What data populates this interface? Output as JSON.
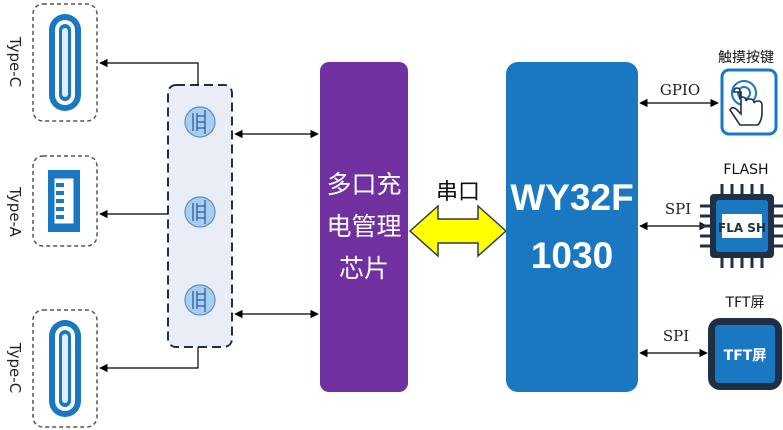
{
  "ports": [
    {
      "label": "Type-C"
    },
    {
      "label": "Type-A"
    },
    {
      "label": "Type-C"
    }
  ],
  "charger_chip": {
    "lines": [
      "多口充",
      "电管理",
      "芯片"
    ],
    "color": "#7030a0"
  },
  "serial_link": {
    "label": "串口",
    "color": "#ffff00"
  },
  "mcu": {
    "lines": [
      "WY32F",
      "1030"
    ],
    "color": "#1a78c2"
  },
  "peripherals": {
    "touch": {
      "title": "触摸按键",
      "bus": "GPIO",
      "icon": "touch-hand-icon"
    },
    "flash": {
      "title": "FLASH",
      "bus": "SPI",
      "chip_text": "FLA SH",
      "icon": "flash-chip-icon"
    },
    "tft": {
      "title": "TFT屏",
      "bus": "SPI",
      "screen_text": "TFT屏",
      "icon": "tft-screen-icon"
    }
  }
}
